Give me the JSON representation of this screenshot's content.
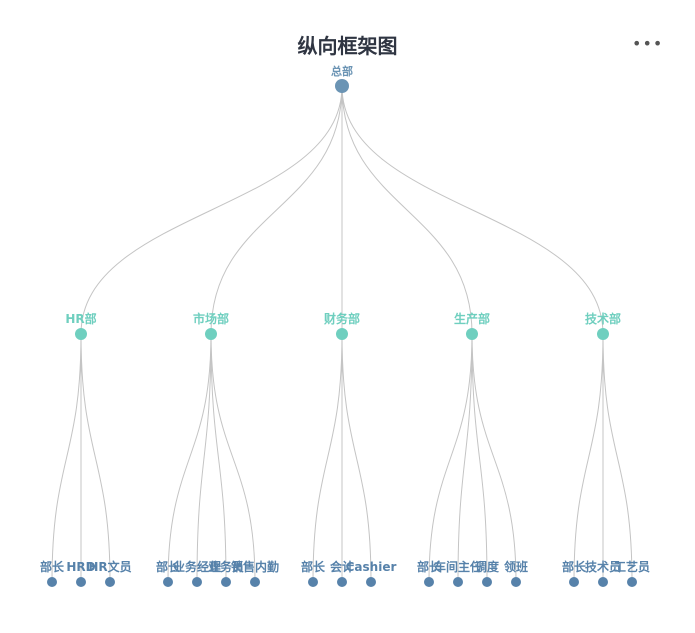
{
  "title": "纵向框架图",
  "more_icon": "more-icon",
  "colors": {
    "root": "#6b94b4",
    "department": "#6fcfbf",
    "staff": "#5782aa",
    "link": "#c4c4c4"
  },
  "tree": {
    "name": "总部",
    "children": [
      {
        "name": "HR部",
        "children": [
          {
            "name": "部长"
          },
          {
            "name": "HRD"
          },
          {
            "name": "HR文员"
          }
        ]
      },
      {
        "name": "市场部",
        "children": [
          {
            "name": "部长"
          },
          {
            "name": "业务经理"
          },
          {
            "name": "业务员"
          },
          {
            "name": "销售内勤"
          }
        ]
      },
      {
        "name": "财务部",
        "children": [
          {
            "name": "部长"
          },
          {
            "name": "会计"
          },
          {
            "name": "Cashier"
          }
        ]
      },
      {
        "name": "生产部",
        "children": [
          {
            "name": "部长"
          },
          {
            "name": "车间主任"
          },
          {
            "name": "调度"
          },
          {
            "name": "领班"
          }
        ]
      },
      {
        "name": "技术部",
        "children": [
          {
            "name": "部长"
          },
          {
            "name": "技术员"
          },
          {
            "name": "工艺员"
          }
        ]
      }
    ]
  }
}
